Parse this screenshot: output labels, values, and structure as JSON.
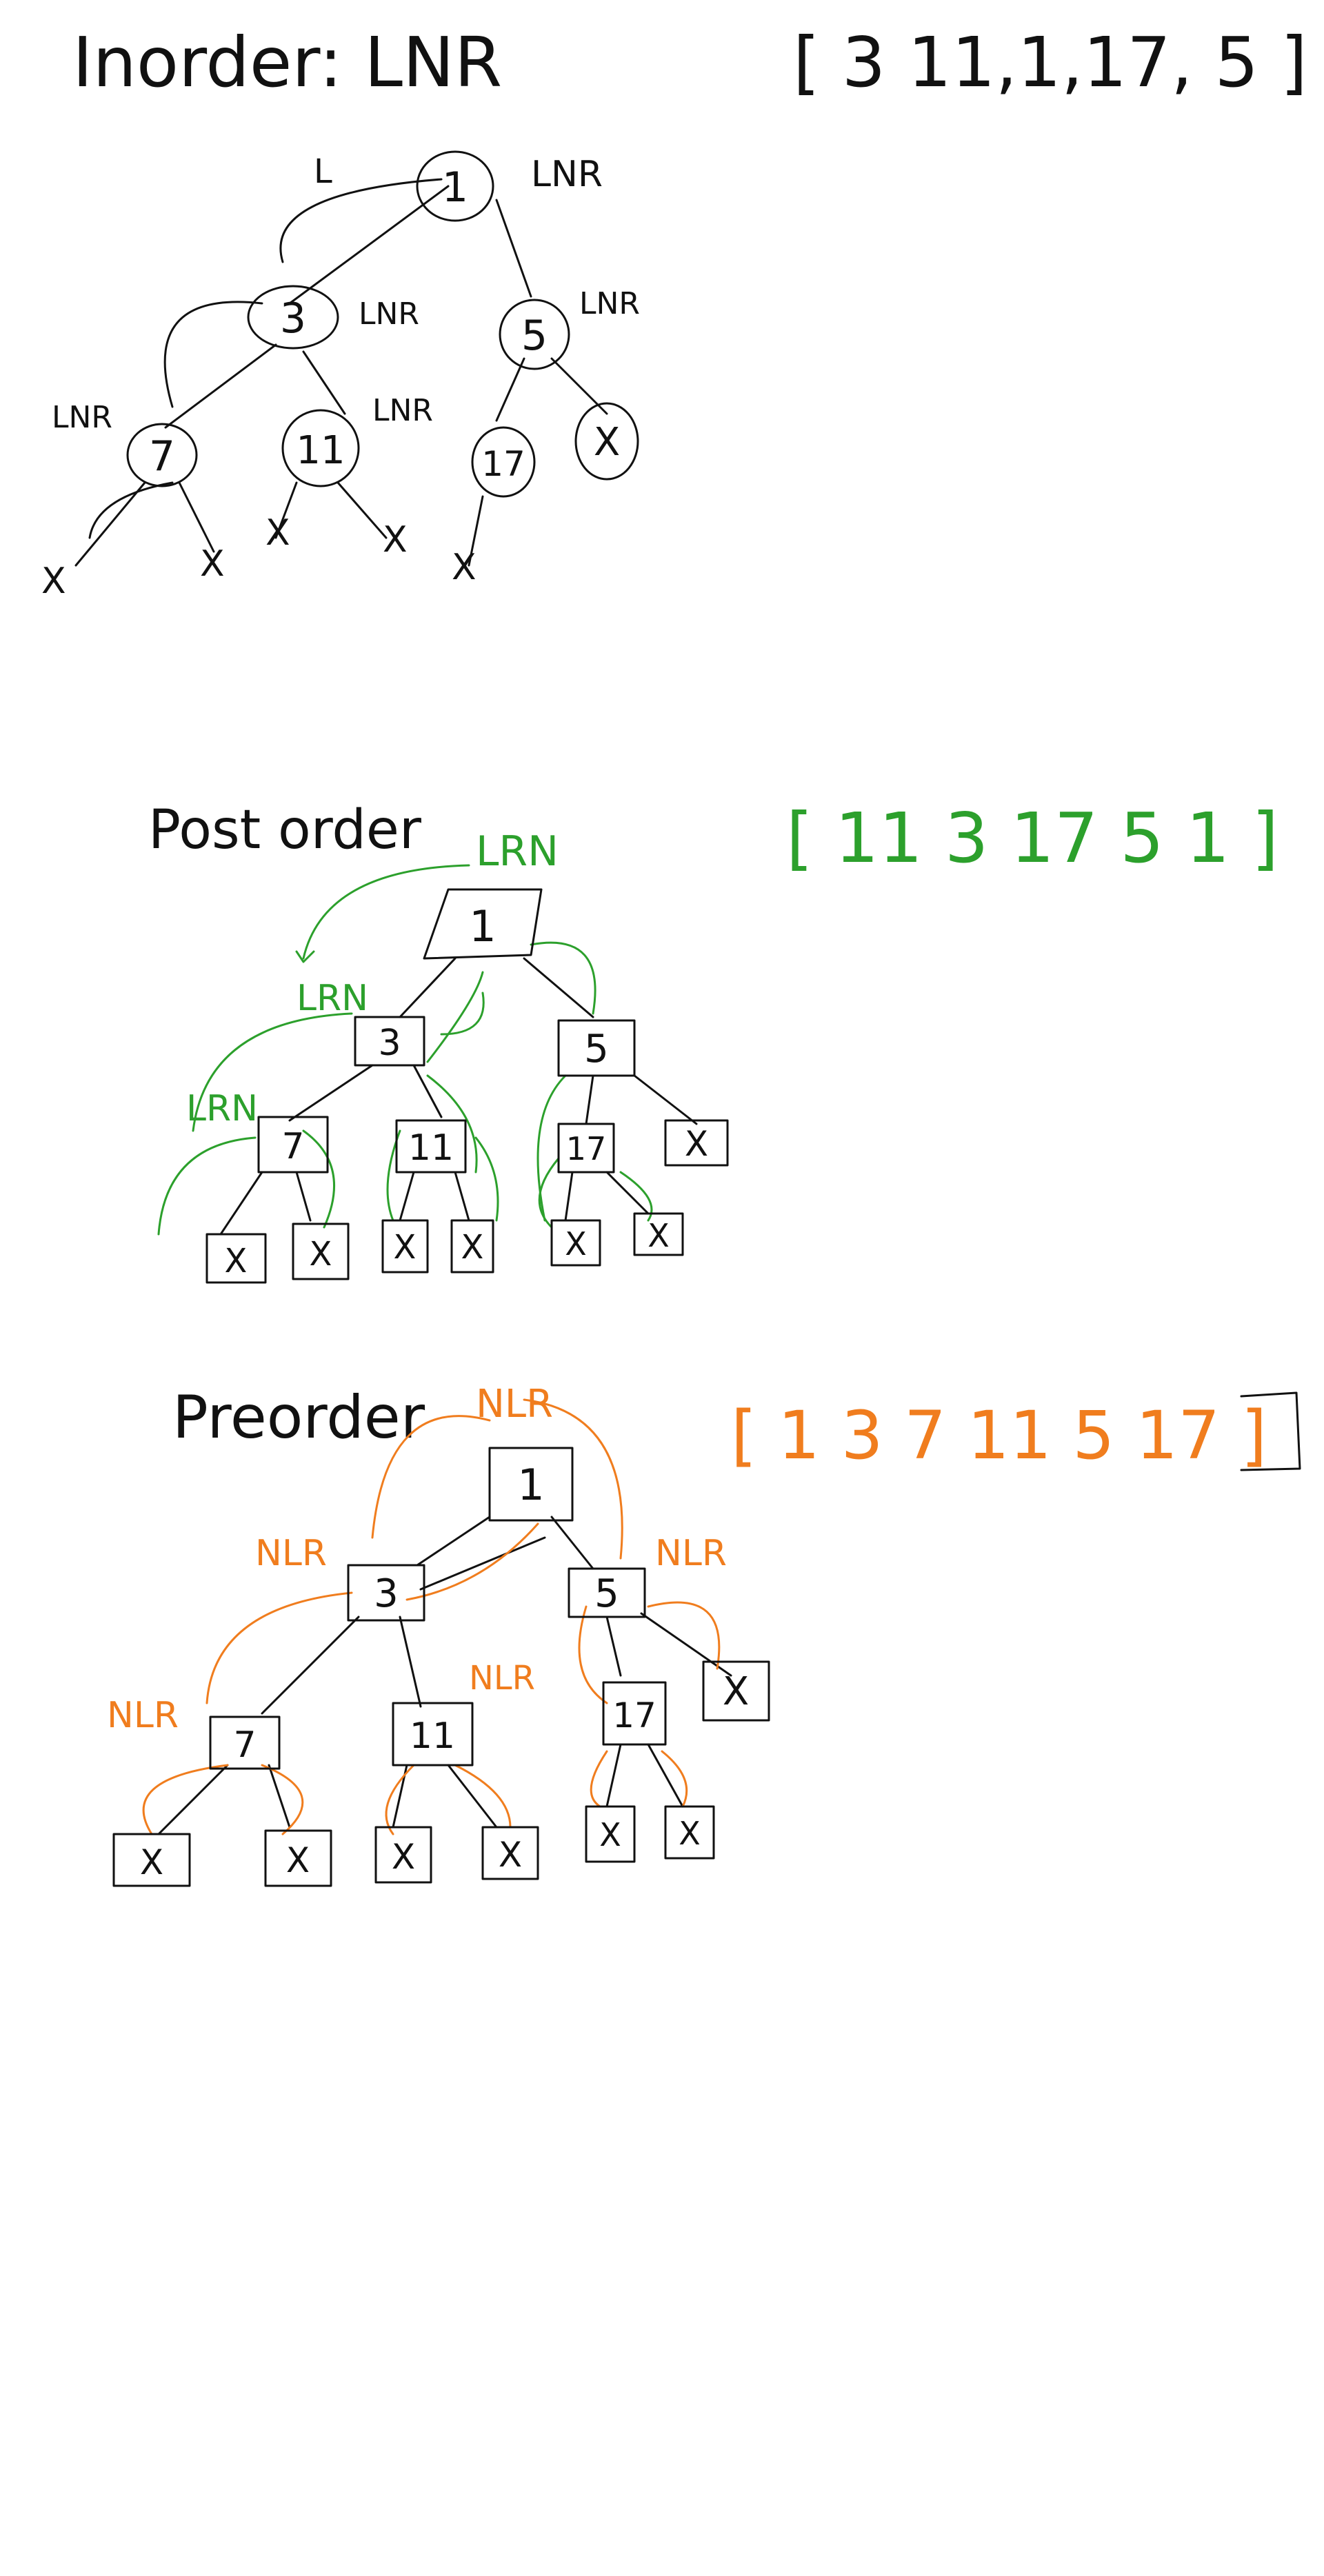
{
  "colors": {
    "ink": "#111111",
    "postorder": "#2ca02c",
    "preorder": "#f07d1e",
    "background": "#ffffff"
  },
  "inorder": {
    "heading": "Inorder: LNR",
    "result": "[ 3 11,1,17, 5 ]",
    "edge_label": "L",
    "rule_label": "LNR",
    "nodes": {
      "root": "1",
      "left": "3",
      "right": "5",
      "left_left": "7",
      "left_right": "11",
      "right_left": "17",
      "right_right": "X"
    },
    "null_marker": "X"
  },
  "postorder": {
    "heading": "Post order",
    "result": "[ 11 3 17 5 1 ]",
    "rule_label": "LRN",
    "nodes": {
      "root": "1",
      "left": "3",
      "right": "5",
      "left_left": "7",
      "left_right": "11",
      "right_left": "17",
      "right_right": "X"
    },
    "null_marker": "X"
  },
  "preorder": {
    "heading": "Preorder",
    "result": "[ 1 3 7 11 5 17 ]",
    "rule_label": "NLR",
    "nodes": {
      "root": "1",
      "left": "3",
      "right": "5",
      "left_left": "7",
      "left_right": "11",
      "right_left": "17",
      "right_right": "X"
    },
    "null_marker": "X"
  }
}
